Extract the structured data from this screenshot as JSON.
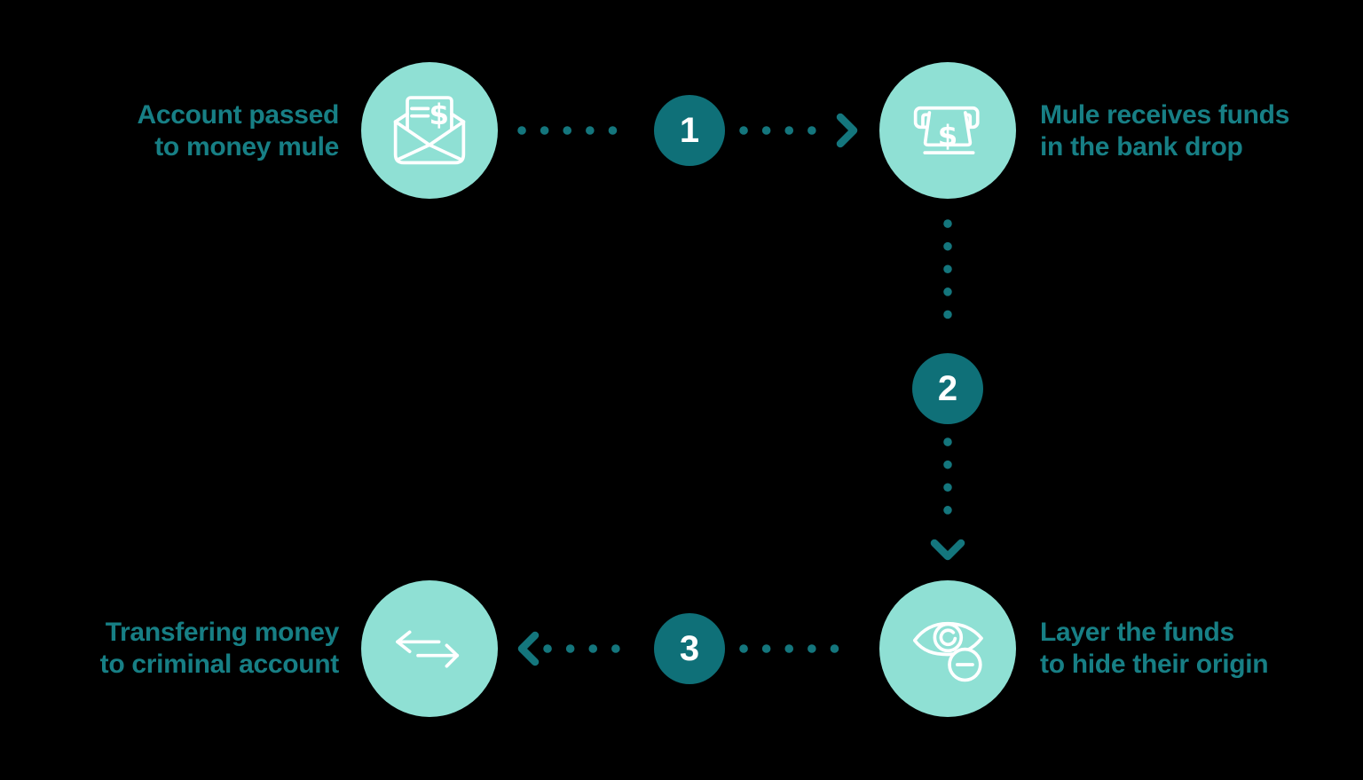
{
  "colors": {
    "background": "#000000",
    "node_fill": "#8FE0D4",
    "badge_fill": "#0F7078",
    "badge_text": "#FFFFFF",
    "label_text": "#177F85",
    "connector": "#14767D",
    "icon_stroke": "#FFFFFF"
  },
  "icons": {
    "currency_symbol": "$"
  },
  "nodes": [
    {
      "name": "account-passed",
      "icon": "envelope-invoice-icon",
      "label_lines": [
        "Account passed",
        "to money mule"
      ]
    },
    {
      "name": "bank-drop",
      "icon": "atm-cash-icon",
      "label_lines": [
        "Mule receives funds",
        "in the bank drop"
      ]
    },
    {
      "name": "layer-funds",
      "icon": "hidden-eye-icon",
      "label_lines": [
        "Layer the funds",
        "to hide their origin"
      ]
    },
    {
      "name": "criminal-account",
      "icon": "transfer-arrows-icon",
      "label_lines": [
        "Transfering money",
        "to criminal account"
      ]
    }
  ],
  "steps": [
    {
      "number": "1"
    },
    {
      "number": "2"
    },
    {
      "number": "3"
    }
  ]
}
